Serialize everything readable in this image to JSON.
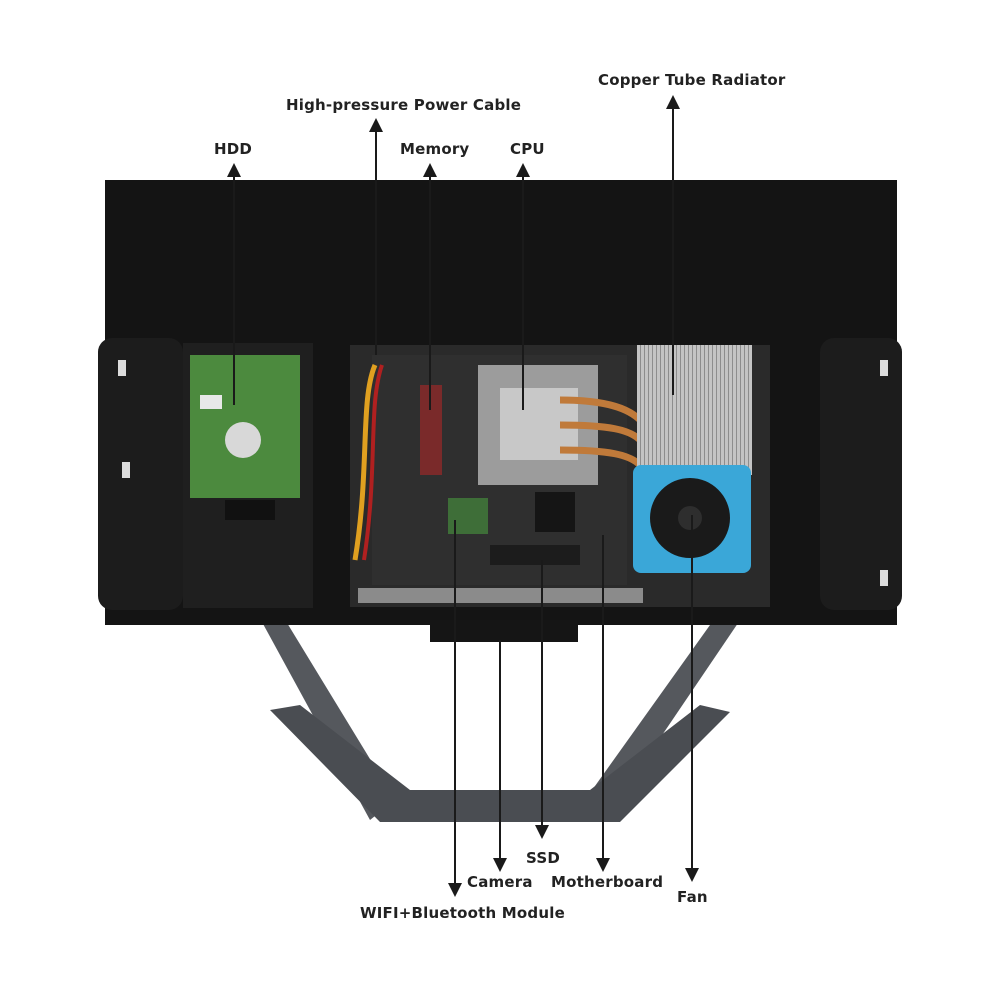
{
  "labels": {
    "hdd": "HDD",
    "power_cable": "High-pressure Power Cable",
    "memory": "Memory",
    "cpu": "CPU",
    "radiator": "Copper Tube Radiator",
    "camera": "Camera",
    "ssd": "SSD",
    "motherboard": "Motherboard",
    "fan": "Fan",
    "wifi_bt": "WIFI+Bluetooth Module"
  },
  "colors": {
    "chassis": "#141414",
    "bay": "#1d1d1d",
    "board": "#2b2b2b",
    "pcb_green": "#4c8a3e",
    "heatsink": "#b9b9b9",
    "copper": "#c07a3a",
    "fan": "#3aa7d8",
    "stand": "#4f5257",
    "arrow": "#1a1a1a"
  }
}
